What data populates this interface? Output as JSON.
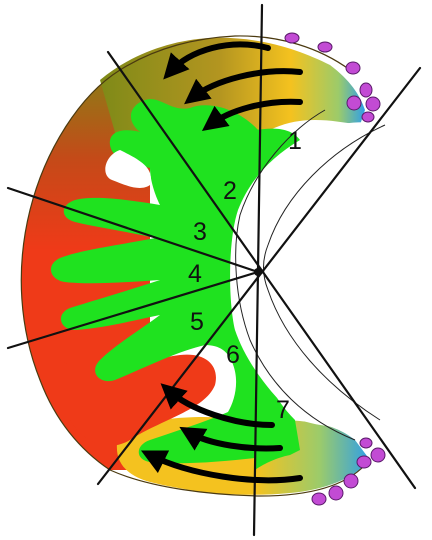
{
  "colors": {
    "green": "#1fe21f",
    "red": "#ef3a18",
    "olive": "#a9931f",
    "yellow": "#f4c21f",
    "blue": "#2f9fe8",
    "magenta": "#c24bd4",
    "line": "#111111"
  },
  "region_labels": [
    "1",
    "2",
    "3",
    "4",
    "5",
    "6",
    "7"
  ]
}
